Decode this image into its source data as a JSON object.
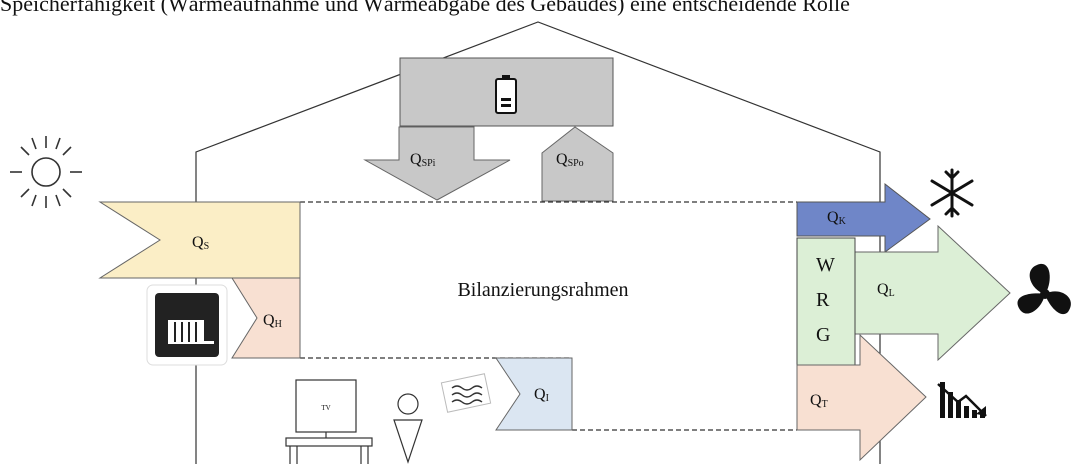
{
  "header_text": "Speicherfähigkeit (Wärmeaufnahme und Wärmeabgabe des Gebäudes) eine entscheidende Rolle",
  "frame_label": "Bilanzierungsrahmen",
  "flows": {
    "solar": {
      "main": "Q",
      "sub": "S",
      "color": "#fbeec6"
    },
    "heating": {
      "main": "Q",
      "sub": "H",
      "color": "#f8e0d2"
    },
    "internal": {
      "main": "Q",
      "sub": "I",
      "color": "#dbe6f2"
    },
    "storage_in": {
      "main": "Q",
      "sub": "SPi",
      "color": "#c8c8c8"
    },
    "storage_out": {
      "main": "Q",
      "sub": "SPo",
      "color": "#c8c8c8"
    },
    "cooling": {
      "main": "Q",
      "sub": "K",
      "color": "#6f86c8"
    },
    "ventilation": {
      "main": "Q",
      "sub": "L",
      "color": "#dcefd6"
    },
    "transmission": {
      "main": "Q",
      "sub": "T",
      "color": "#f8e0d2"
    }
  },
  "wrg": {
    "letters": [
      "W",
      "R",
      "G"
    ],
    "color": "#dcefd6"
  },
  "tv_label": "TV",
  "icons": [
    "sun-icon",
    "battery-icon",
    "radiator-icon",
    "tv-icon",
    "person-icon",
    "heat-wave-icon",
    "snowflake-icon",
    "fan-icon",
    "decrease-chart-icon"
  ]
}
